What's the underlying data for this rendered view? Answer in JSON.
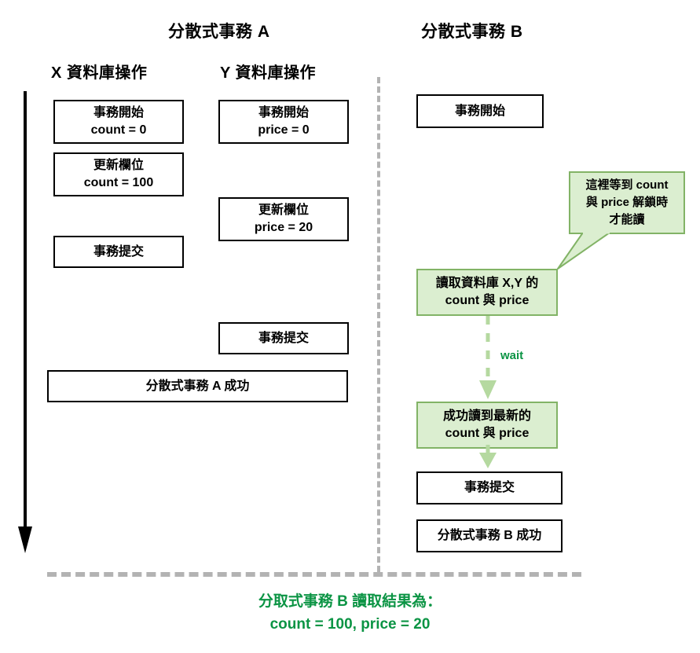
{
  "diagram": {
    "titles": {
      "txn_a": "分散式事務 A",
      "txn_b": "分散式事務 B"
    },
    "column_headers": {
      "db_x": "X 資料庫操作",
      "db_y": "Y 資料庫操作"
    },
    "colors": {
      "box_border": "#000000",
      "box_fill": "#ffffff",
      "green_border": "#82b366",
      "green_fill": "#dbeed0",
      "green_text": "#0b9444",
      "separator": "#b3b3b3"
    },
    "columns": {
      "db_x": {
        "boxes": [
          {
            "line1": "事務開始",
            "line2": "count = 0"
          },
          {
            "line1": "更新欄位",
            "line2": "count = 100"
          },
          {
            "line1": "事務提交",
            "line2": ""
          }
        ]
      },
      "db_y": {
        "boxes": [
          {
            "line1": "事務開始",
            "line2": "price = 0"
          },
          {
            "line1": "更新欄位",
            "line2": "price = 20"
          },
          {
            "line1": "事務提交",
            "line2": ""
          }
        ]
      },
      "txn_a_result": {
        "line1": "分散式事務 A 成功",
        "line2": ""
      },
      "txn_b": {
        "boxes": [
          {
            "line1": "事務開始",
            "line2": "",
            "style": "plain"
          },
          {
            "line1": "讀取資料庫 X,Y 的",
            "line2": "count 與 price",
            "style": "green"
          },
          {
            "line1": "成功讀到最新的",
            "line2": "count 與 price",
            "style": "green"
          },
          {
            "line1": "事務提交",
            "line2": "",
            "style": "plain"
          },
          {
            "line1": "分散式事務 B 成功",
            "line2": "",
            "style": "plain"
          }
        ]
      }
    },
    "callout": {
      "line1": "這裡等到 count",
      "line2": "與 price 解鎖時",
      "line3": "才能讀"
    },
    "wait_label": "wait",
    "footer": {
      "line1": "分取式事務 B 讀取結果為：",
      "line2": "count = 100, price = 20"
    }
  }
}
